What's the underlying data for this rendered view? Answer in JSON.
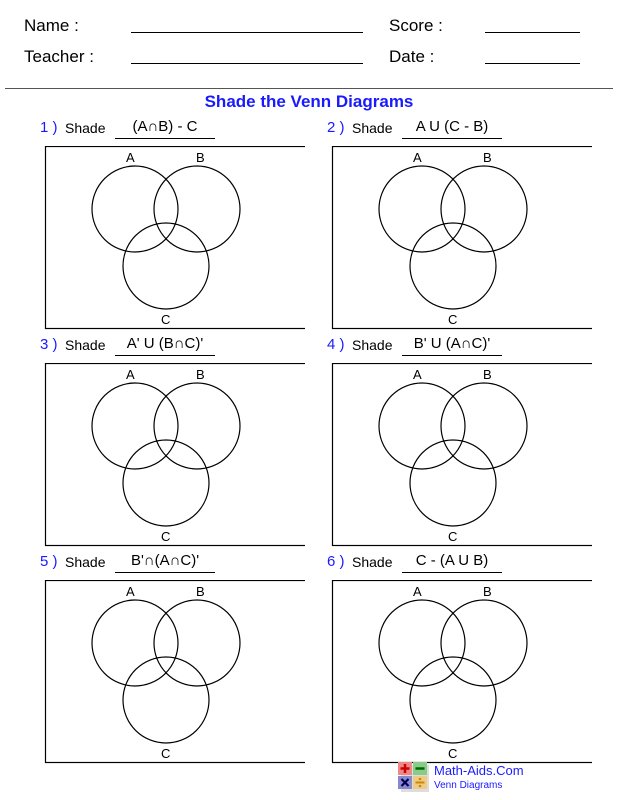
{
  "header": {
    "name_label": "Name :",
    "teacher_label": "Teacher :",
    "score_label": "Score :",
    "date_label": "Date :"
  },
  "title": "Shade the Venn Diagrams",
  "shade_label": "Shade",
  "set_labels": {
    "a": "A",
    "b": "B",
    "c": "C"
  },
  "problems": [
    {
      "number": "1 )",
      "expression": "(A∩B) - C"
    },
    {
      "number": "2 )",
      "expression": "A U (C - B)"
    },
    {
      "number": "3 )",
      "expression": "A' U (B∩C)'"
    },
    {
      "number": "4 )",
      "expression": "B' U (A∩C)'"
    },
    {
      "number": "5 )",
      "expression": "B'∩(A∩C)'"
    },
    {
      "number": "6 )",
      "expression": "C - (A U B)"
    }
  ],
  "footer": {
    "brand": "Math-Aids.Com",
    "subtitle": "Venn Diagrams"
  },
  "colors": {
    "accent": "#1a1aff"
  }
}
